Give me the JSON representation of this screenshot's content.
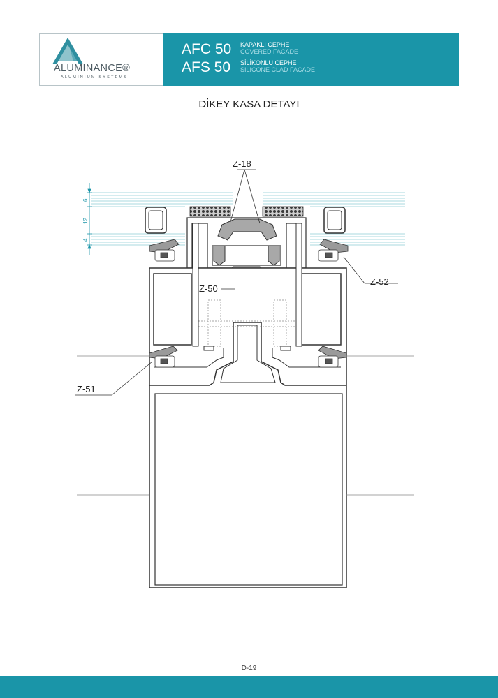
{
  "brand": {
    "name": "ALUMINANCE®",
    "tagline": "ALUMINIUM SYSTEMS"
  },
  "header": {
    "code1": "AFC 50",
    "code2": "AFS 50",
    "line1": "KAPAKLI CEPHE",
    "line2": "COVERED FACADE",
    "line3": "SİLİKONLU CEPHE",
    "line4": "SILICONE CLAD FACADE",
    "accent_color": "#1a95a8"
  },
  "title": "DİKEY KASA DETAYI",
  "diagram": {
    "labels": {
      "z18": "Z-18",
      "z50": "Z-50",
      "z52": "Z-52",
      "z51": "Z-51"
    },
    "dimensions": [
      "6",
      "12",
      "4"
    ]
  },
  "page_number": "D-19"
}
